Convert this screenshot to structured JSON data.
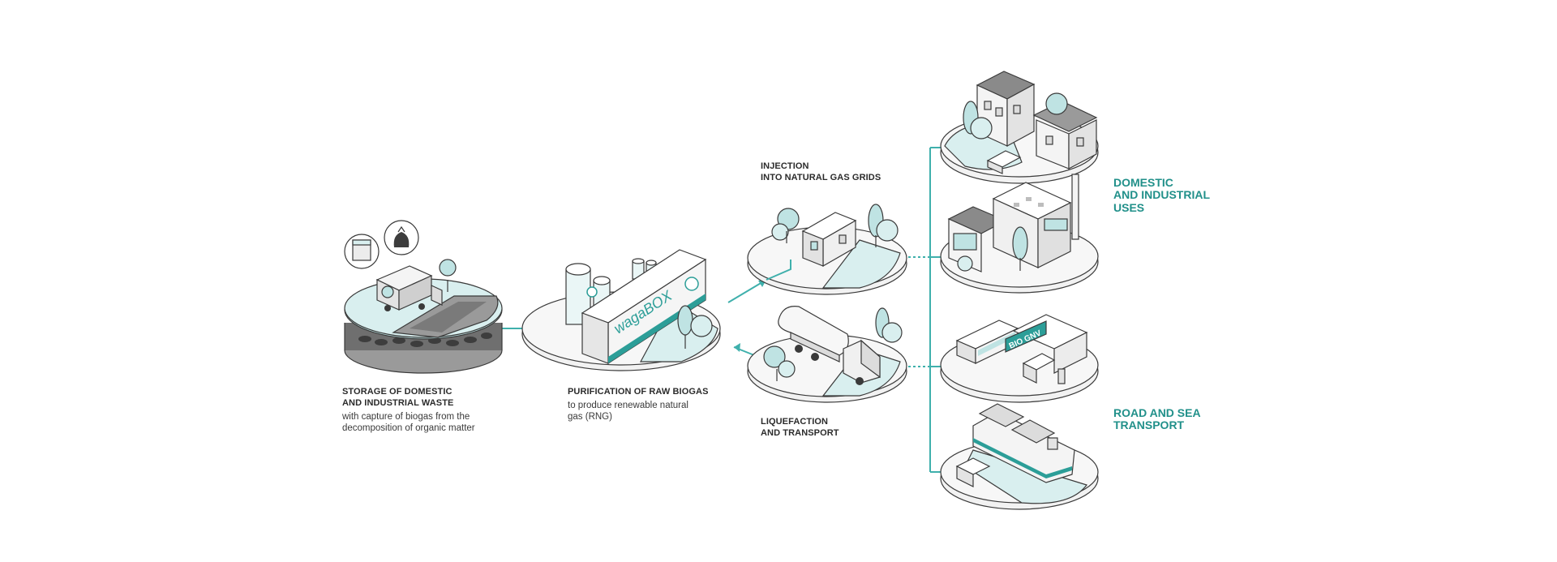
{
  "steps": {
    "storage": {
      "title_1": "STORAGE OF DOMESTIC",
      "title_2": "AND INDUSTRIAL WASTE",
      "desc_1": "with capture of biogas from the",
      "desc_2": "decomposition of organic matter"
    },
    "purification": {
      "title": "PURIFICATION OF RAW BIOGAS",
      "desc_1": "to produce renewable natural",
      "desc_2": "gas (RNG)",
      "brand": "wagaBOX"
    },
    "injection": {
      "title_1": "INJECTION",
      "title_2": "INTO NATURAL GAS GRIDS"
    },
    "liquefaction": {
      "title_1": "LIQUEFACTION",
      "title_2": "AND TRANSPORT"
    }
  },
  "categories": {
    "domestic": {
      "line_1": "DOMESTIC",
      "line_2": "AND INDUSTRIAL",
      "line_3": "USES"
    },
    "transport": {
      "line_1": "ROAD AND SEA",
      "line_2": "TRANSPORT"
    }
  },
  "station_sign": "BIO GNV",
  "colors": {
    "accent": "#21908a",
    "teal_light": "#d7eeee",
    "teal": "#5ec3c0",
    "grey": "#e9e9e9"
  }
}
